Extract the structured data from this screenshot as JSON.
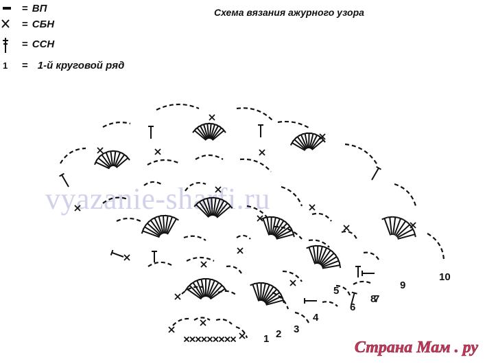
{
  "title": "Схема вязания ажурного узора",
  "legend": {
    "items": [
      {
        "icon": "chain-stitch-icon",
        "eq": "=",
        "label": "ВП"
      },
      {
        "icon": "single-crochet-icon",
        "eq": "=",
        "label": "СБН"
      },
      {
        "icon": "double-crochet-icon",
        "eq": "=",
        "label": "ССН"
      },
      {
        "symbol": "1",
        "eq": "=",
        "label": "1-й круговой ряд"
      }
    ]
  },
  "row_numbers": [
    "1",
    "2",
    "3",
    "4",
    "5",
    "6",
    "7",
    "8",
    "9",
    "10"
  ],
  "watermark": "vyazanie-sharfi.ru",
  "brand": "Страна Мам . ру",
  "colors": {
    "ink": "#111111",
    "watermark": "#c9cbe6",
    "brand": "#c03a5a"
  }
}
